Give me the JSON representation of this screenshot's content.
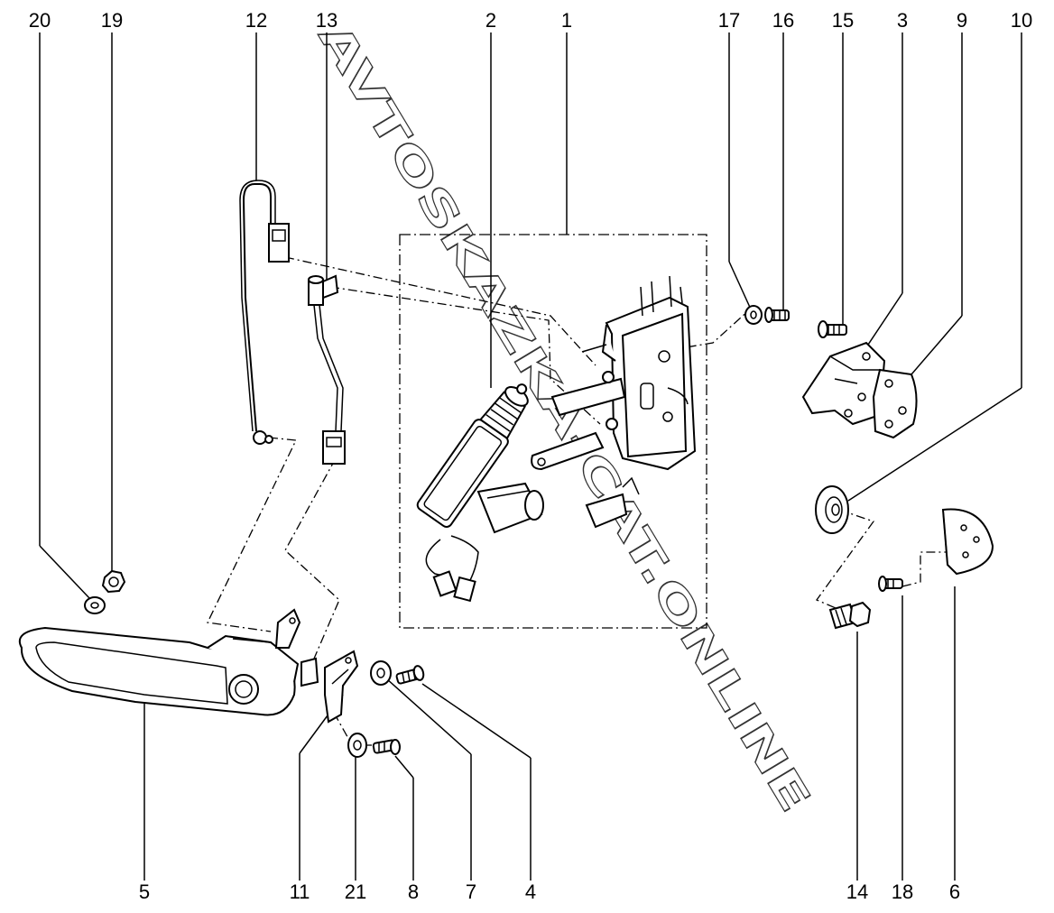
{
  "diagram": {
    "title": "Door lock and outside handle assembly",
    "watermark": "AVTOSKAZKA-CAT.ONLINE",
    "callouts_top": [
      "20",
      "19",
      "12",
      "13",
      "2",
      "1",
      "17",
      "16",
      "15",
      "3",
      "9",
      "10"
    ],
    "callouts_bottom": [
      "5",
      "11",
      "21",
      "8",
      "7",
      "4",
      "14",
      "18",
      "6"
    ],
    "colors": {
      "line": "#000000",
      "background": "#ffffff"
    }
  }
}
